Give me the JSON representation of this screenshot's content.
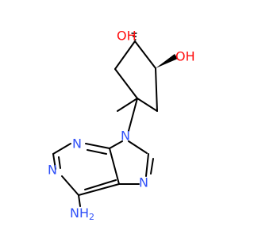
{
  "molecule": {
    "atoms": {
      "hydroxyl_1": "OH",
      "hydroxyl_2": "OH",
      "ring_n1": "N",
      "ring_n3": "N",
      "ring_n7": "N",
      "ring_n9": "N",
      "amino": "NH",
      "amino_subscript": "2"
    },
    "colors": {
      "carbon_bond": "#000000",
      "nitrogen": "#3050F8",
      "oxygen": "#FF0D0D",
      "background": "#FFFFFF"
    }
  }
}
